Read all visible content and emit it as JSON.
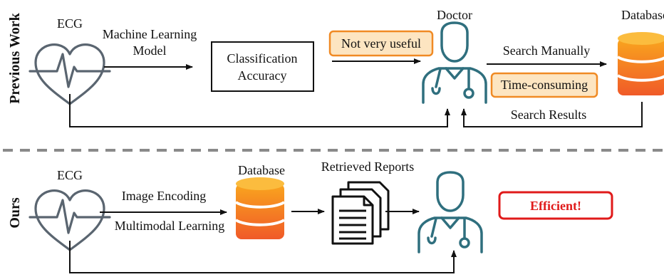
{
  "previous": {
    "section_label": "Previous Work",
    "ecg_label": "ECG",
    "ml_label_line1": "Machine Learning",
    "ml_label_line2": "Model",
    "box_line1": "Classification",
    "box_line2": "Accuracy",
    "tag_not_useful": "Not very useful",
    "doctor_label": "Doctor",
    "search_manually": "Search Manually",
    "tag_time": "Time-consuming",
    "search_results": "Search Results",
    "database_label": "Database"
  },
  "ours": {
    "section_label": "Ours",
    "ecg_label": "ECG",
    "encoding_label": "Image Encoding",
    "multimodal_label": "Multimodal Learning",
    "database_label": "Database",
    "retrieved_label": "Retrieved Reports",
    "efficient_label": "Efficient!"
  },
  "colors": {
    "teal": "#2f6f7e",
    "heart": "#5a6570",
    "orange_top": "#f9a51e",
    "orange_bottom": "#f05a28",
    "tag_fill": "#fde5c1",
    "tag_stroke": "#f08a24",
    "efficient_red": "#e01a1a",
    "divider": "#8a8a8a"
  }
}
